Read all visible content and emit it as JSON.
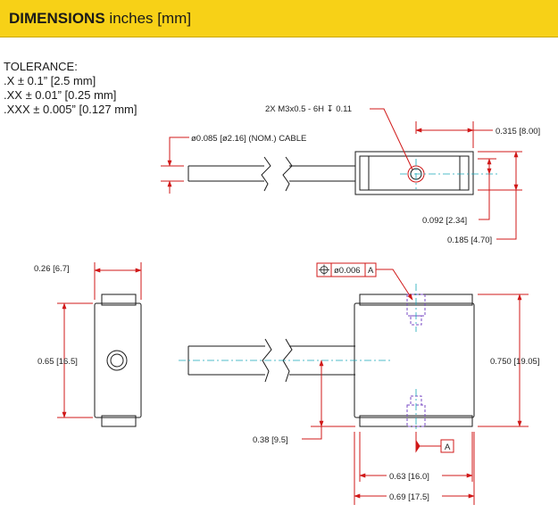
{
  "header": {
    "title_bold": "DIMENSIONS",
    "title_rest": " inches [mm]",
    "bg_color": "#f7d117"
  },
  "tolerance": {
    "title": "TOLERANCE:",
    "lines": [
      ".X ± 0.1” [2.5 mm]",
      ".XX ± 0.01” [0.25 mm]",
      ".XXX ± 0.005” [0.127 mm]"
    ]
  },
  "callouts": {
    "thread": "2X M3x0.5 - 6H ↧ 0.11",
    "cable": "ø0.085 [ø2.16] (NOM.) CABLE",
    "width_top": "0.315 [8.00]",
    "hole_offset": "0.092 [2.34]",
    "height_top": "0.185 [4.70]",
    "side_width": "0.26 [6.7]",
    "side_height": "0.65 [16.5]",
    "position_tol": "ø0.006",
    "datum_ref": "A",
    "front_height": "0.750 [19.05]",
    "cable_offset": "0.38 [9.5]",
    "datum_label": "A",
    "body_width": "0.63 [16.0]",
    "overall_width": "0.69 [17.5]"
  },
  "colors": {
    "dimension_line": "#d01818",
    "centerline": "#1aa8b8",
    "hole_hidden": "#7a4bc4",
    "outline": "#1a1a1a"
  }
}
